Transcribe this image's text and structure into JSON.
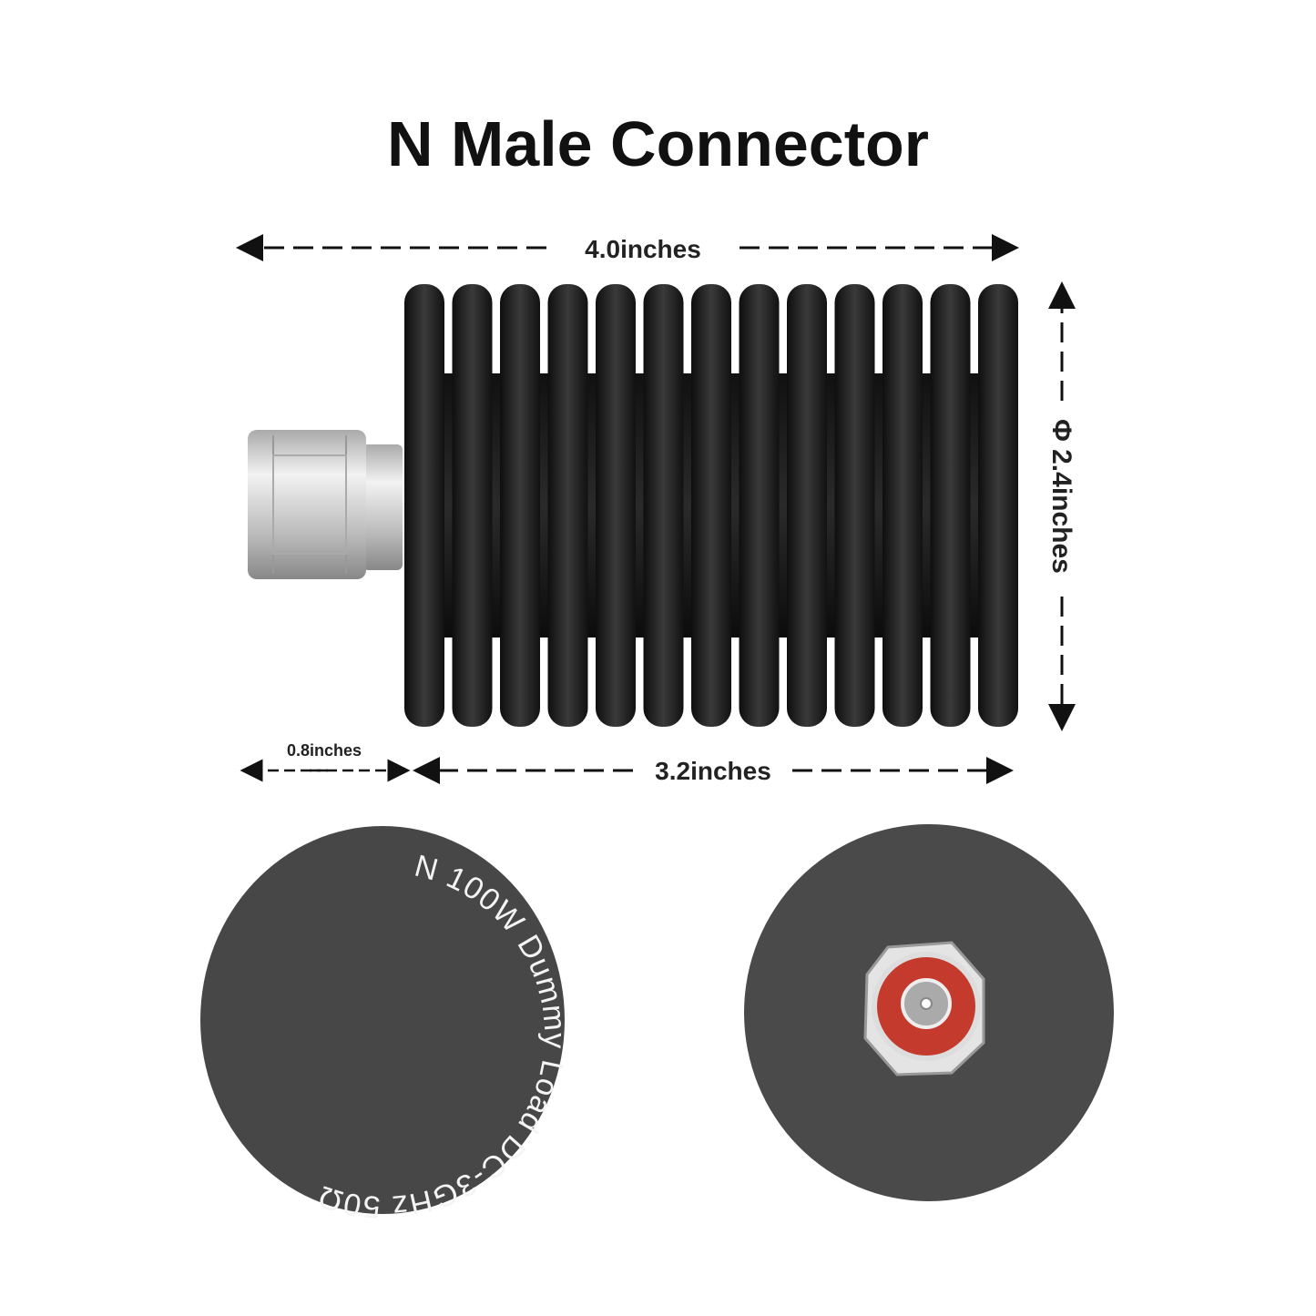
{
  "title": "N Male Connector",
  "dimensions": {
    "overall_length": "4.0inches",
    "diameter": "2.4inches",
    "diameter_symbol": "Φ",
    "connector_length": "0.8inches",
    "body_length": "3.2inches"
  },
  "end_cap_label": "N 100W Dummy Load DC-3GHz 50Ω",
  "colors": {
    "body": "#1e1e1e",
    "cap": "#4a4a4a",
    "connector": "#c8c8c8",
    "dielectric": "#c0392b"
  }
}
